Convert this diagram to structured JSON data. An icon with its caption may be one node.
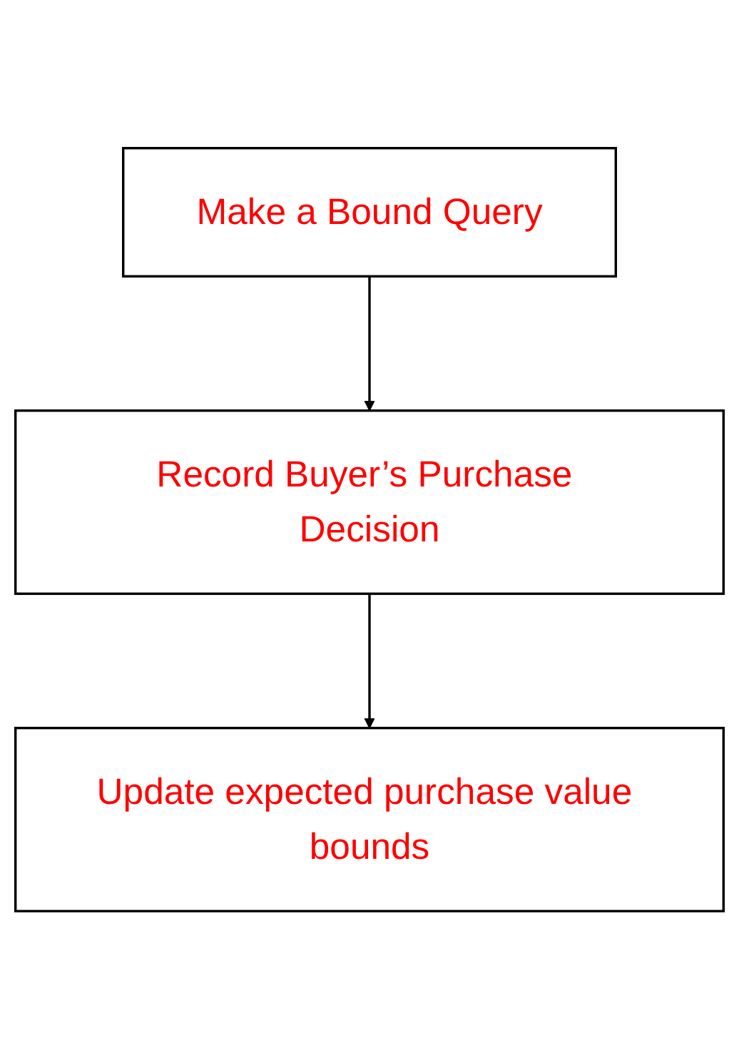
{
  "diagram": {
    "nodes": [
      {
        "text": [
          "Make a Bound Query"
        ]
      },
      {
        "text": [
          "Record Buyer’s Purchase Decision"
        ]
      },
      {
        "text": [
          "Update expected purchase value bounds"
        ]
      }
    ],
    "edges": [
      {
        "from": 0,
        "to": 1,
        "arrow": "to"
      },
      {
        "from": 1,
        "to": 2,
        "arrow": "to"
      }
    ]
  }
}
